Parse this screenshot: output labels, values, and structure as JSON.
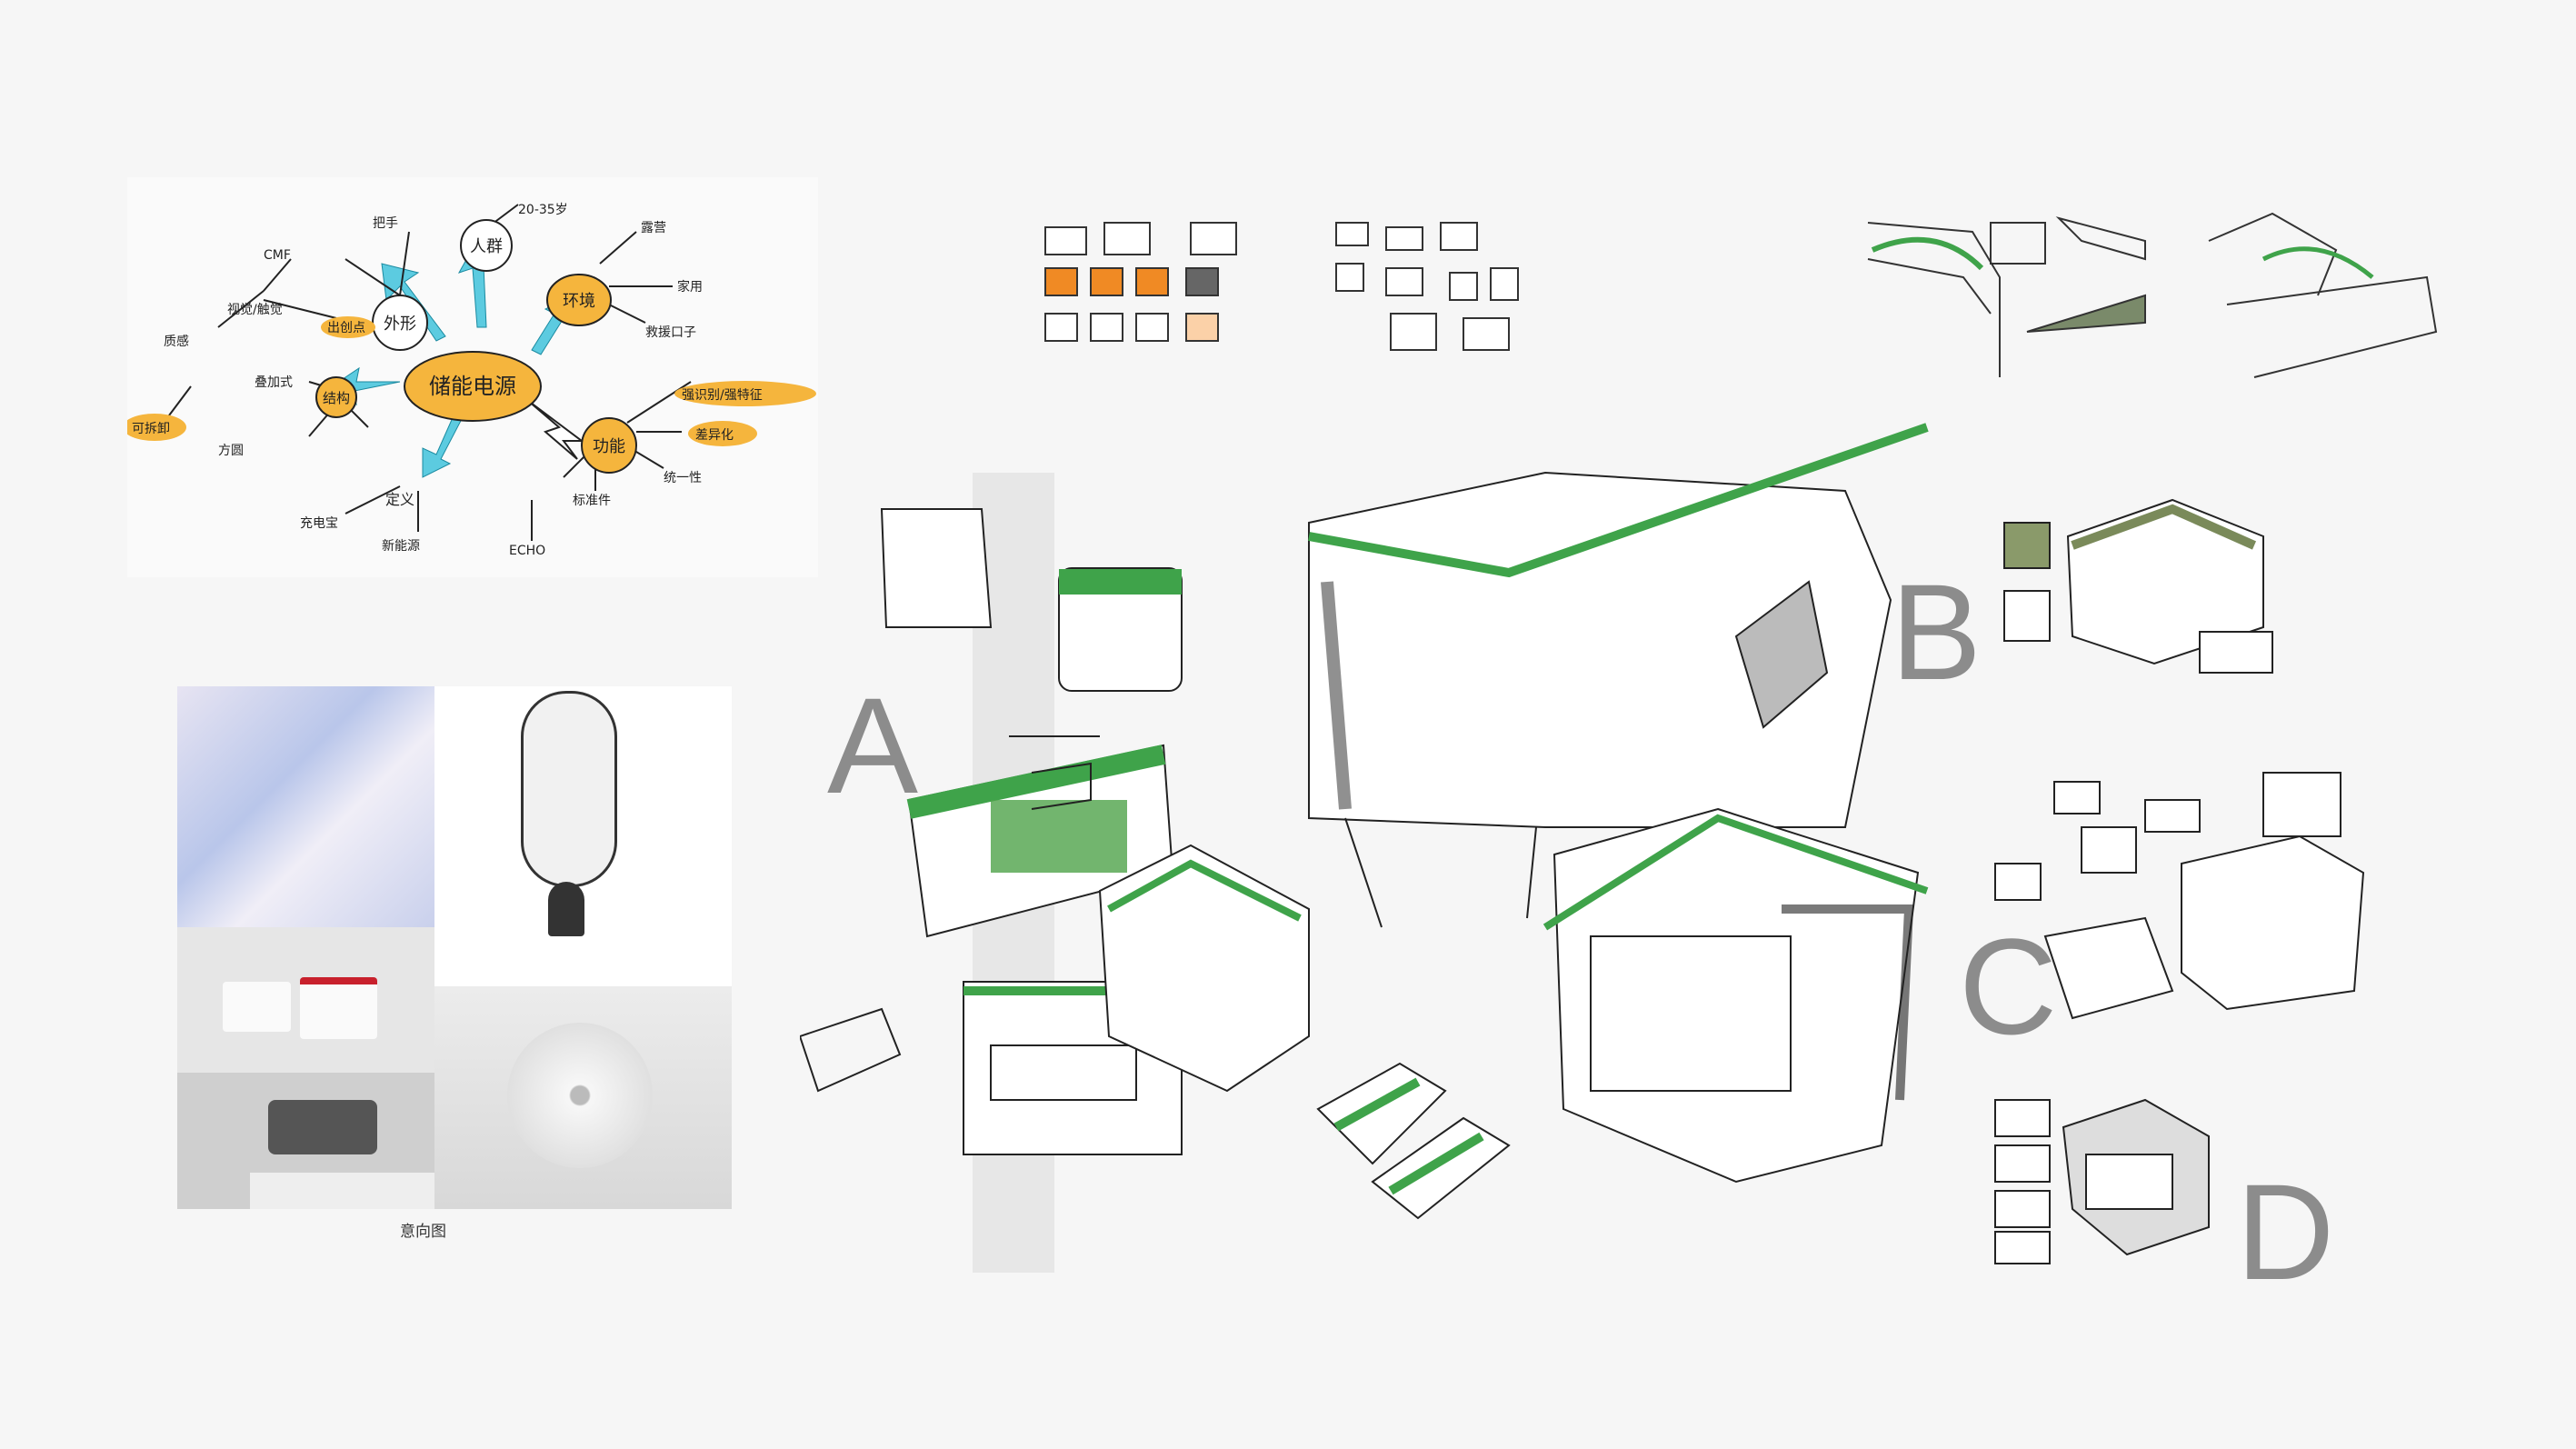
{
  "mindmap": {
    "center": "储能电源",
    "nodes": [
      {
        "label": "外形",
        "children": [
          "CMF",
          "视觉/触觉",
          "质感",
          "把手",
          "出创点"
        ]
      },
      {
        "label": "人群",
        "children": [
          "20-35岁"
        ]
      },
      {
        "label": "环境",
        "children": [
          "露营",
          "家用",
          "救援口子"
        ]
      },
      {
        "label": "功能",
        "children": [
          "强识别/强特征",
          "差异化",
          "统一性",
          "标准件",
          "ECHO"
        ]
      },
      {
        "label": "定义",
        "children": [
          "充电宝",
          "新能源"
        ]
      },
      {
        "label": "结构",
        "children": [
          "叠加式",
          "可拆卸",
          "方圆"
        ]
      }
    ],
    "highlight_color": "#f5b53d",
    "arrow_color": "#5ccbe0"
  },
  "moodboard": {
    "caption": "意向图"
  },
  "sketch_labels": {
    "a": "A",
    "b": "B",
    "c": "C",
    "d": "D"
  },
  "colors": {
    "accent_green": "#3fa34a",
    "accent_orange": "#f08a24",
    "label_gray": "#8c8c8c"
  }
}
